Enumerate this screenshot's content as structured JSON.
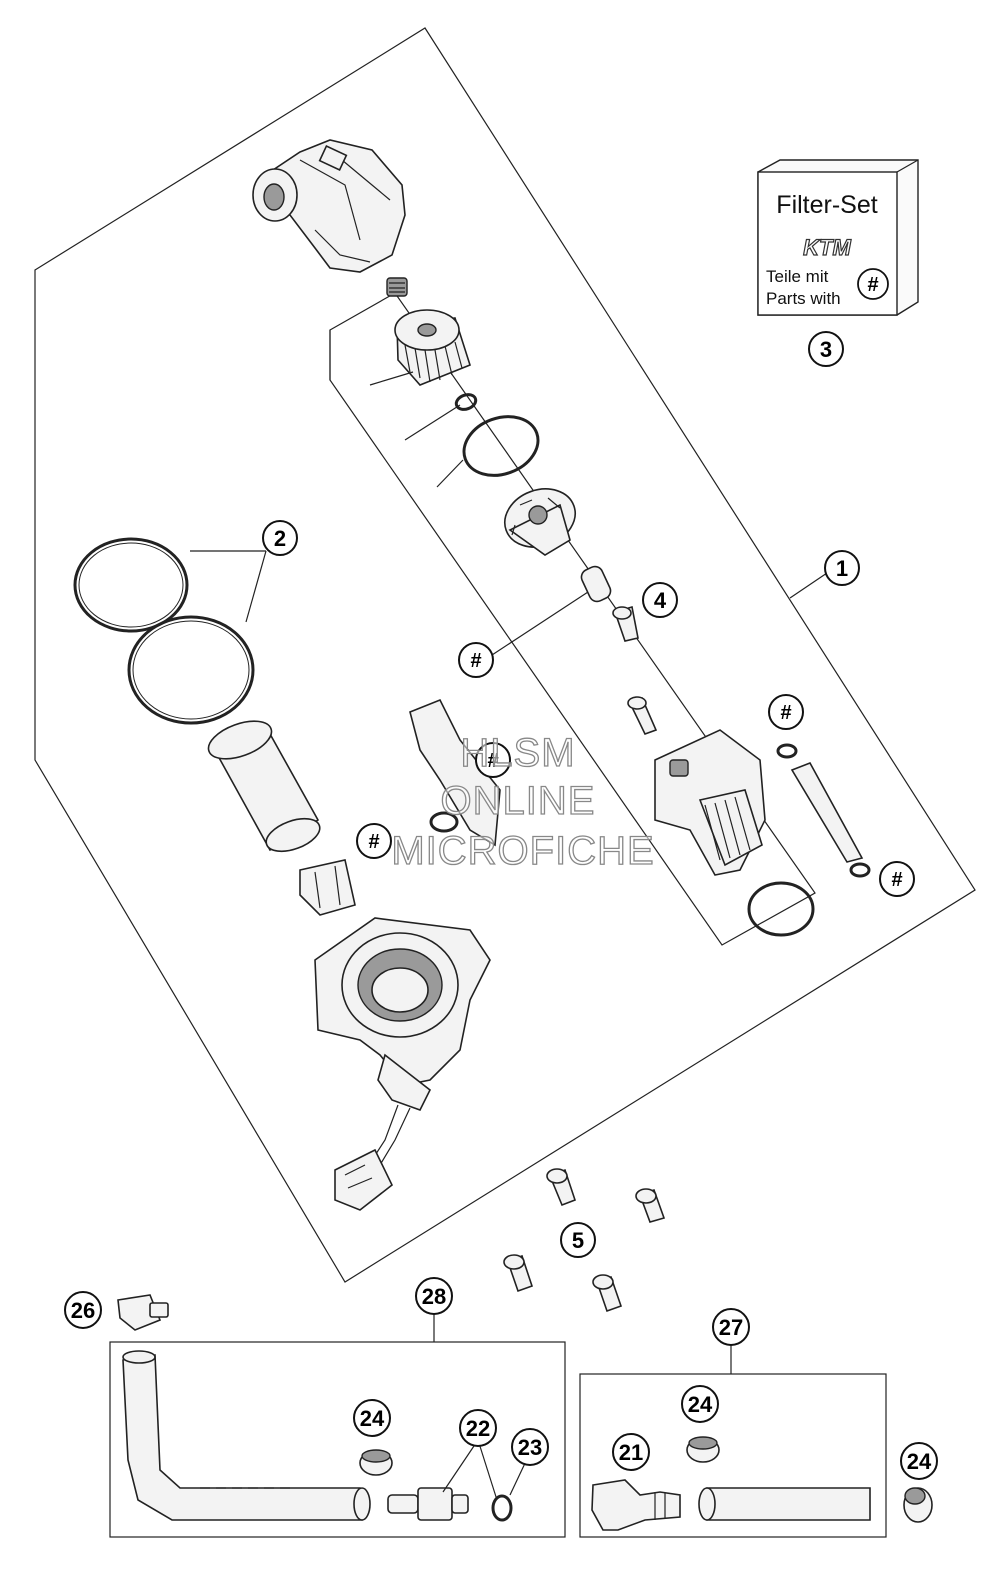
{
  "filter_set": {
    "title": "Filter-Set",
    "logo": "KTM",
    "line1": "Teile mit",
    "line2": "Parts with",
    "hash": "#"
  },
  "callouts": {
    "c1": "1",
    "c2": "2",
    "c3": "3",
    "c4": "4",
    "c5": "5",
    "c21": "21",
    "c22": "22",
    "c23": "23",
    "c24a": "24",
    "c24b": "24",
    "c24c": "24",
    "c26": "26",
    "c27": "27",
    "c28": "28"
  },
  "hash_marks": [
    "#",
    "#",
    "#",
    "#",
    "#"
  ],
  "watermark": {
    "line1": "HLSM",
    "line2": "ONLINE",
    "line3": "MICROFICHE"
  }
}
